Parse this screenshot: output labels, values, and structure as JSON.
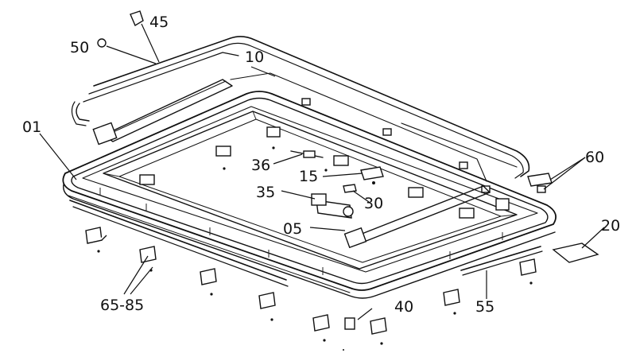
{
  "colors": {
    "ink": "#111111",
    "background": "#ffffff"
  },
  "callouts": {
    "c45": "45",
    "c50": "50",
    "c10": "10",
    "c01": "01",
    "c36": "36",
    "c15": "15",
    "c35": "35",
    "c30": "30",
    "c05": "05",
    "c60": "60",
    "c20": "20",
    "c55": "55",
    "c40": "40",
    "c6585": "65-85"
  }
}
